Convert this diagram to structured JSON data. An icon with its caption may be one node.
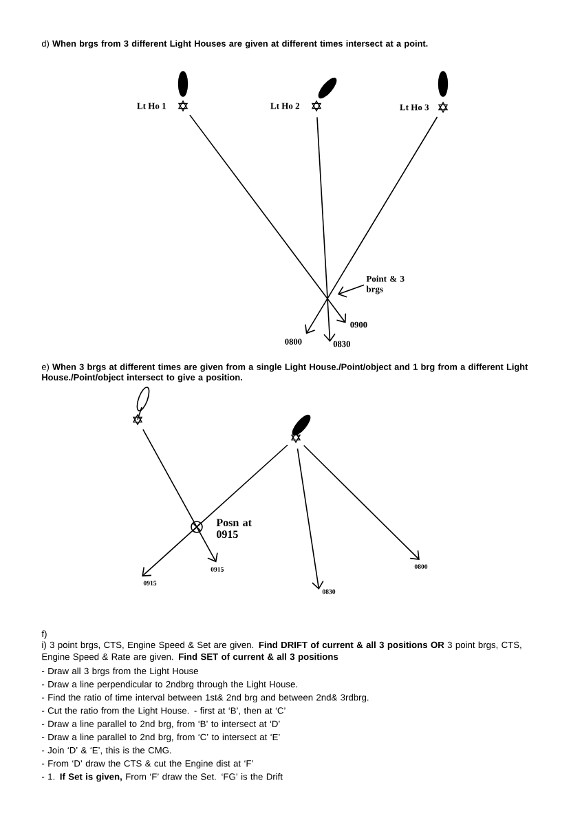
{
  "diagram": {
    "nodes": [
      {
        "text": [
          "Lt Ho 1"
        ]
      },
      {
        "text": [
          "Lt Ho 2"
        ]
      },
      {
        "text": [
          "Lt Ho 3"
        ]
      },
      {
        "text": [
          "Point & 3 brgs"
        ]
      },
      {
        "text": [
          "0800"
        ]
      },
      {
        "text": [
          "0830"
        ]
      },
      {
        "text": [
          "0900"
        ]
      },
      {
        "text": [],
        "shape": "lighthouse"
      },
      {
        "text": [],
        "shape": "lighthouse"
      },
      {
        "text": [],
        "shape": "circle",
        "beside": [
          "Posn at 0915"
        ]
      },
      {
        "text": [
          "0915"
        ]
      },
      {
        "text": [
          "0915"
        ]
      },
      {
        "text": [
          "0830"
        ]
      },
      {
        "text": [
          "0800"
        ]
      }
    ],
    "edges": [
      {
        "from": 0,
        "to": 6,
        "arrow": "to"
      },
      {
        "from": 1,
        "to": 5,
        "arrow": "to"
      },
      {
        "from": 2,
        "to": 4,
        "arrow": "to"
      },
      {
        "from": 3,
        "to": null,
        "arrow": "to"
      },
      {
        "from": 7,
        "to": 11,
        "arrow": "to"
      },
      {
        "from": 8,
        "to": 10,
        "arrow": "to"
      },
      {
        "from": 8,
        "to": 12,
        "arrow": "to"
      },
      {
        "from": 8,
        "to": 13,
        "arrow": "to"
      }
    ],
    "labels": [
      "d) **When brgs from 3 different Light Houses are given at different times intersect at a point.**",
      "e) **When 3 brgs at different times are given from a single Light House./Point/object and 1 brg from a different Light House./Point/object intersect to give a position.**",
      "f)",
      "i) 3 point brgs, CTS, Engine Speed & Set are given. **Find DRIFT of current & all 3 positions OR** 3 point brgs, CTS, Engine Speed & Rate are given. **Find SET of current & all 3 positions**",
      "- Draw all 3 brgs from the Light House",
      "- Draw a line perpendicular to 2ndbrg through the Light House.",
      "- Find the ratio of time interval between 1st& 2nd brg and between 2nd& 3rdbrg.",
      "- Cut the ratio from the Light House. - first at ‘B’, then at ‘C’",
      "- Draw a line parallel to 2nd brg, from ‘B’ to intersect at ‘D’",
      "- Draw a line parallel to 2nd brg, from ‘C’ to intersect at ‘E’",
      "- Join ‘D’ & ‘E’, this is the CMG.",
      "- From ‘D’ draw the CTS & cut the Engine dist at ‘F’",
      "- 1. **If Set is given,** From ‘F’ draw the Set. ‘FG’ is the Drift"
    ]
  }
}
